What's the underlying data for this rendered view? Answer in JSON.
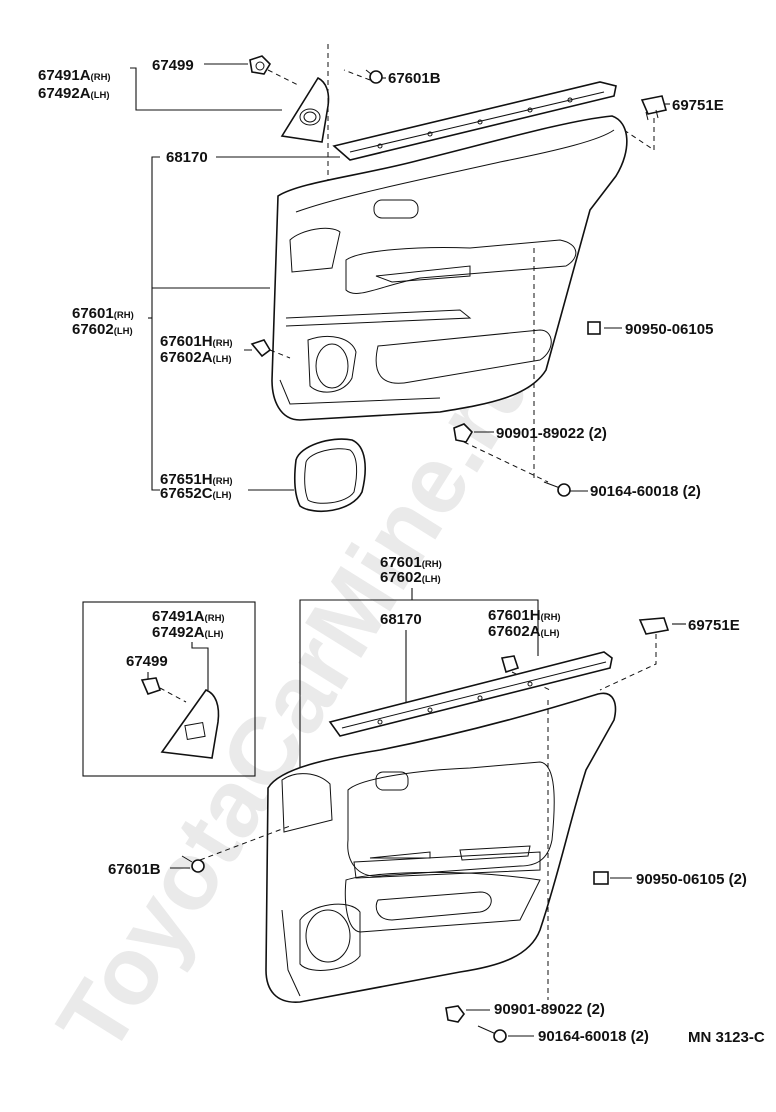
{
  "diagram_code": "MN 3123-C",
  "watermark": "ToyotaCarMine.ru",
  "upper": {
    "p67499": "67499",
    "p67491A": [
      "67491A",
      "(RH)"
    ],
    "p67492A": [
      "67492A",
      "(LH)"
    ],
    "p67601B": "67601B",
    "p69751E": "69751E",
    "p68170": "68170",
    "p67601": [
      "67601",
      "(RH)"
    ],
    "p67602": [
      "67602",
      "(LH)"
    ],
    "p67601H": [
      "67601H",
      "(RH)"
    ],
    "p67602A": [
      "67602A",
      "(LH)"
    ],
    "p90950": "90950-06105",
    "p90901": "90901-89022 (2)",
    "p90164": "90164-60018 (2)",
    "p67651H": [
      "67651H",
      "(RH)"
    ],
    "p67652C": [
      "67652C",
      "(LH)"
    ]
  },
  "lower": {
    "p67601": [
      "67601",
      "(RH)"
    ],
    "p67602": [
      "67602",
      "(LH)"
    ],
    "p68170": "68170",
    "p67601H": [
      "67601H",
      "(RH)"
    ],
    "p67602A": [
      "67602A",
      "(LH)"
    ],
    "p69751E": "69751E",
    "p67491A": [
      "67491A",
      "(RH)"
    ],
    "p67492A": [
      "67492A",
      "(LH)"
    ],
    "p67499": "67499",
    "p67601B": "67601B",
    "p90950": "90950-06105 (2)",
    "p90901": "90901-89022 (2)",
    "p90164": "90164-60018 (2)"
  }
}
